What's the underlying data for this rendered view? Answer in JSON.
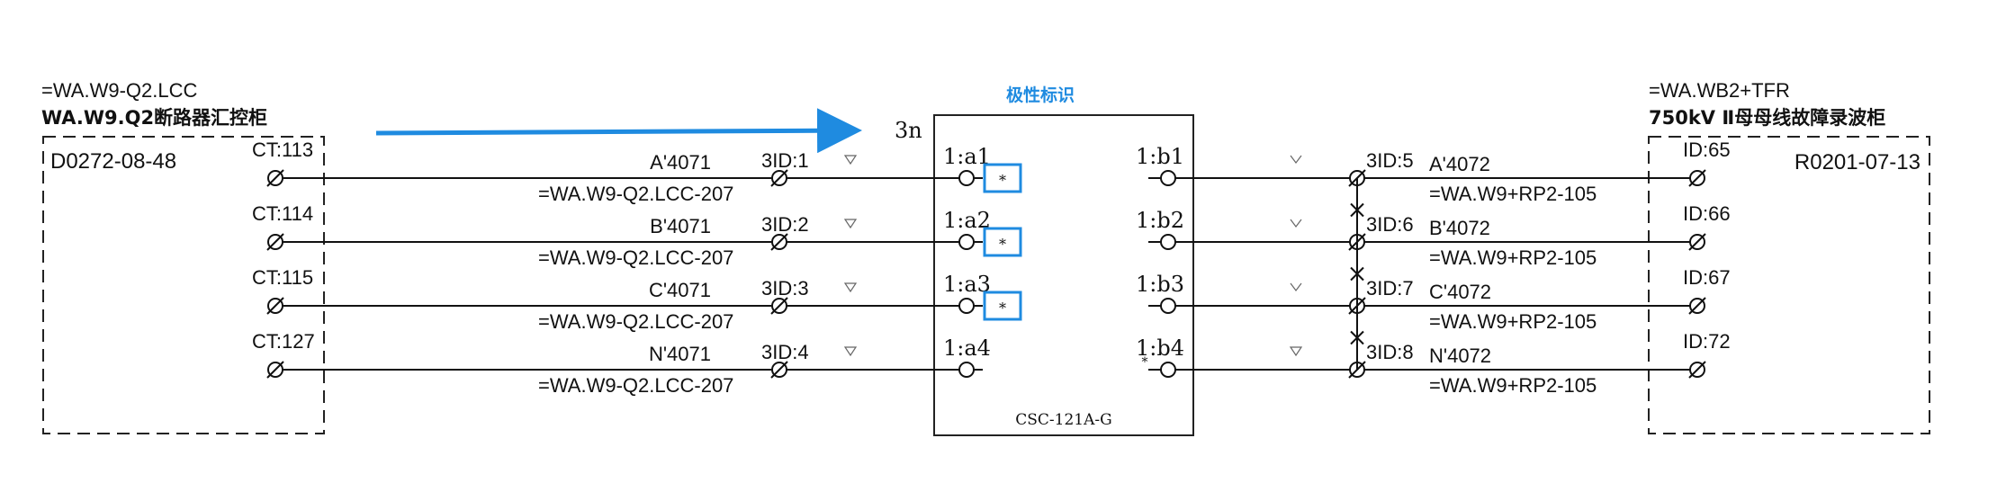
{
  "left_cabinet": {
    "code": "=WA.W9-Q2.LCC",
    "name": "WA.W9.Q2断路器汇控柜",
    "panel_id": "D0272-08-48"
  },
  "right_cabinet": {
    "code": "=WA.WB2+TFR",
    "name": "750kV Ⅱ母母线故障录波柜",
    "panel_id": "R0201-07-13"
  },
  "device": {
    "model": "CSC-121A-G",
    "neutral_label": "3n",
    "polarity_label": "极性标识",
    "polarity_mark": "*"
  },
  "rows": [
    {
      "ct": "CT:113",
      "left_wire": "A'4071",
      "left_dest": "=WA.W9-Q2.LCC-207",
      "left_term": "3ID:1",
      "in_pin": "1:a1",
      "out_pin": "1:b1",
      "right_term": "3ID:5",
      "right_wire": "A'4072",
      "right_dest": "=WA.W9+RP2-105",
      "id_term": "ID:65",
      "polarity": true
    },
    {
      "ct": "CT:114",
      "left_wire": "B'4071",
      "left_dest": "=WA.W9-Q2.LCC-207",
      "left_term": "3ID:2",
      "in_pin": "1:a2",
      "out_pin": "1:b2",
      "right_term": "3ID:6",
      "right_wire": "B'4072",
      "right_dest": "=WA.W9+RP2-105",
      "id_term": "ID:66",
      "polarity": true
    },
    {
      "ct": "CT:115",
      "left_wire": "C'4071",
      "left_dest": "=WA.W9-Q2.LCC-207",
      "left_term": "3ID:3",
      "in_pin": "1:a3",
      "out_pin": "1:b3",
      "right_term": "3ID:7",
      "right_wire": "C'4072",
      "right_dest": "=WA.W9+RP2-105",
      "id_term": "ID:67",
      "polarity": true
    },
    {
      "ct": "CT:127",
      "left_wire": "N'4071",
      "left_dest": "=WA.W9-Q2.LCC-207",
      "left_term": "3ID:4",
      "in_pin": "1:a4",
      "out_pin": "1:b4",
      "right_term": "3ID:8",
      "right_wire": "N'4072",
      "right_dest": "=WA.W9+RP2-105",
      "id_term": "ID:72",
      "polarity": false
    }
  ],
  "colors": {
    "line": "#111111",
    "accent": "#1f8be0",
    "dashed_box": "#222222"
  }
}
